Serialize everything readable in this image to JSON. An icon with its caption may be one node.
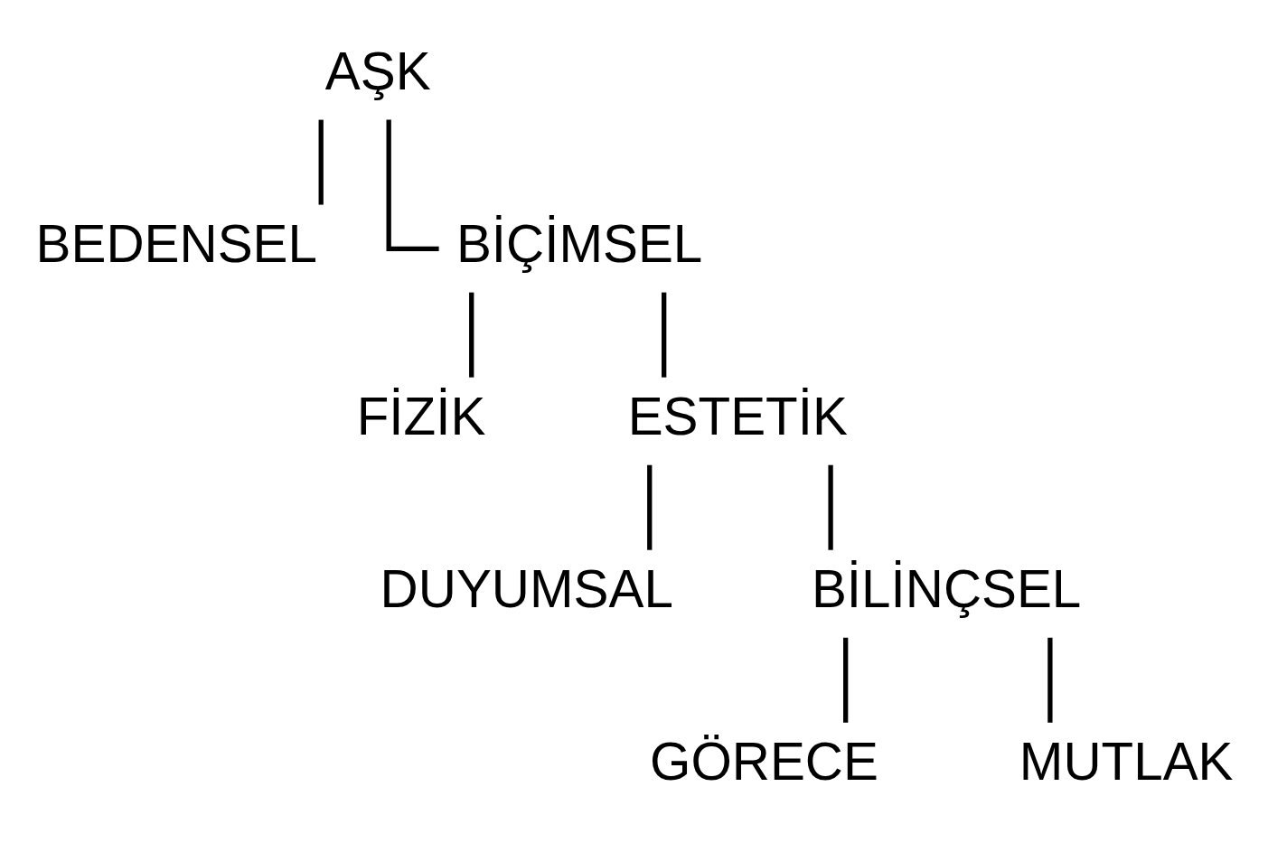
{
  "diagram": {
    "nodes": [
      {
        "text": [
          "AŞK"
        ]
      },
      {
        "text": [
          "BEDENSEL"
        ]
      },
      {
        "text": [
          "BİÇİMSEL"
        ]
      },
      {
        "text": [
          "FİZİK"
        ]
      },
      {
        "text": [
          "ESTETİK"
        ]
      },
      {
        "text": [
          "DUYUMSAL"
        ]
      },
      {
        "text": [
          "BİLİNÇSEL"
        ]
      },
      {
        "text": [
          "GÖRECE"
        ]
      },
      {
        "text": [
          "MUTLAK"
        ]
      }
    ],
    "edges": [
      {
        "from": 0,
        "to": 1,
        "arrow": "none"
      },
      {
        "from": 0,
        "to": 2,
        "arrow": "none"
      },
      {
        "from": 2,
        "to": 3,
        "arrow": "none"
      },
      {
        "from": 2,
        "to": 4,
        "arrow": "none"
      },
      {
        "from": 4,
        "to": 5,
        "arrow": "none"
      },
      {
        "from": 4,
        "to": 6,
        "arrow": "none"
      },
      {
        "from": 6,
        "to": 7,
        "arrow": "none"
      },
      {
        "from": 6,
        "to": 8,
        "arrow": "none"
      }
    ]
  }
}
